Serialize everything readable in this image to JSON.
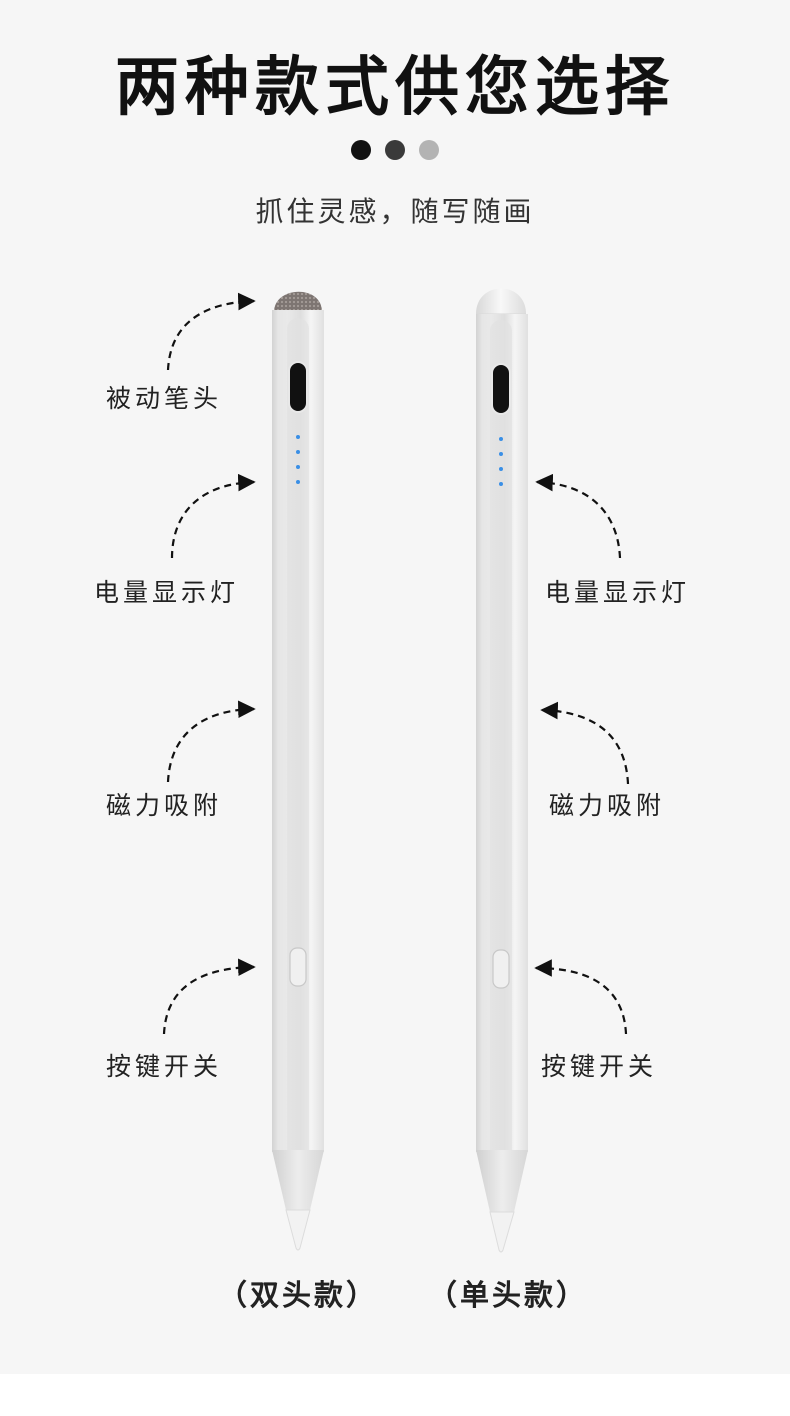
{
  "title": "两种款式供您选择",
  "dots": [
    {
      "color": "#111111"
    },
    {
      "color": "#3a3a3a"
    },
    {
      "color": "#b3b3b3"
    }
  ],
  "subtitle": "抓住灵感，随写随画",
  "left_pen": {
    "labels": {
      "tip": "被动笔头",
      "battery": "电量显示灯",
      "magnet": "磁力吸附",
      "button": "按键开关"
    },
    "caption": "（双头款）"
  },
  "right_pen": {
    "labels": {
      "battery": "电量显示灯",
      "magnet": "磁力吸附",
      "button": "按键开关"
    },
    "caption": "（单头款）"
  },
  "colors": {
    "indicator_led": "#3a8fe6",
    "pen_body": "#eeeeee",
    "background": "#f6f6f6"
  }
}
